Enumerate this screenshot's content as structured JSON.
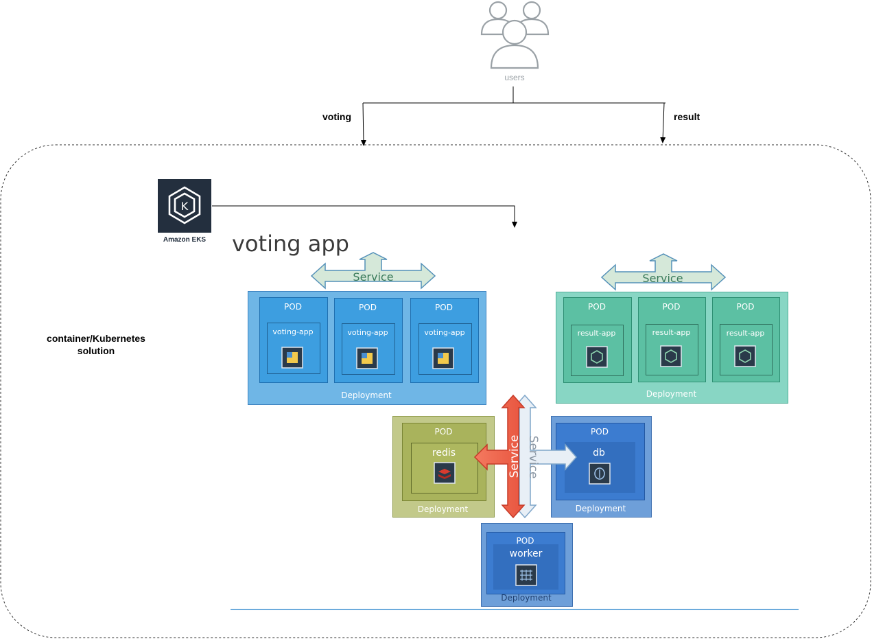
{
  "users": {
    "label": "users",
    "color": "#9aa1a6"
  },
  "edges": {
    "voting": "voting",
    "result": "result"
  },
  "eks": {
    "label": "Amazon EKS",
    "badge_color": "#232f3e"
  },
  "cluster_label": "container/Kubernetes solution",
  "title": "voting app",
  "service_label": "Service",
  "voting_group": {
    "deployment_label": "Deployment",
    "pods": [
      {
        "pod_label": "POD",
        "app_label": "voting-app"
      },
      {
        "pod_label": "POD",
        "app_label": "voting-app"
      },
      {
        "pod_label": "POD",
        "app_label": "voting-app"
      }
    ],
    "outer_color": "#6fb6e6",
    "pod_color": "#3d9ee0"
  },
  "result_group": {
    "deployment_label": "Deployment",
    "pods": [
      {
        "pod_label": "POD",
        "app_label": "result-app"
      },
      {
        "pod_label": "POD",
        "app_label": "result-app"
      },
      {
        "pod_label": "POD",
        "app_label": "result-app"
      }
    ],
    "outer_color": "#88d6c4",
    "pod_color": "#5cc0a3"
  },
  "redis": {
    "pod_label": "POD",
    "app_label": "redis",
    "deployment_label": "Deployment",
    "color": "#c2c98a"
  },
  "db": {
    "pod_label": "POD",
    "app_label": "db",
    "deployment_label": "Deployment",
    "color": "#6e9fd9"
  },
  "worker": {
    "pod_label": "POD",
    "app_label": "worker",
    "deployment_label": "Deployment",
    "color": "#6e9fd9"
  },
  "vertical_services": {
    "left_label": "Service",
    "right_label": "Service",
    "left_color": "#f06a52",
    "right_color": "#e8eff6"
  }
}
